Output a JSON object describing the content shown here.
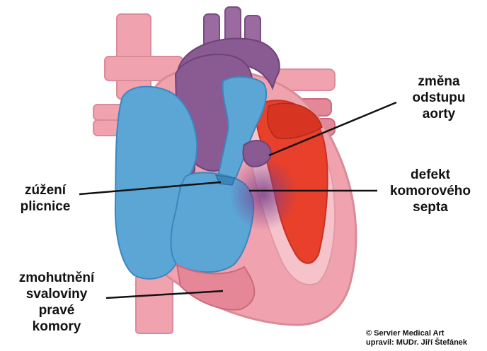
{
  "labels": {
    "aorta_change": [
      "změna",
      "odstupu",
      "aorty"
    ],
    "pulmonary_narrowing": [
      "zúžení",
      "plicnice"
    ],
    "septal_defect": [
      "defekt",
      "komorového",
      "septa"
    ],
    "ventricle_hypertrophy": [
      "zmohutnění",
      "svaloviny",
      "pravé",
      "komory"
    ]
  },
  "credit": [
    "© Servier Medical Art",
    "upravil: MUDr. Jiří Štefánek"
  ],
  "colors": {
    "venous_blue": "#5ca6d6",
    "venous_blue_dark": "#3d86bd",
    "arterial_red": "#e8402b",
    "heart_pink": "#f0a3ae",
    "heart_pink_dark": "#e58797",
    "aorta_purple": "#8a5a93",
    "outline": "#b0606f",
    "pointer": "#111111"
  }
}
